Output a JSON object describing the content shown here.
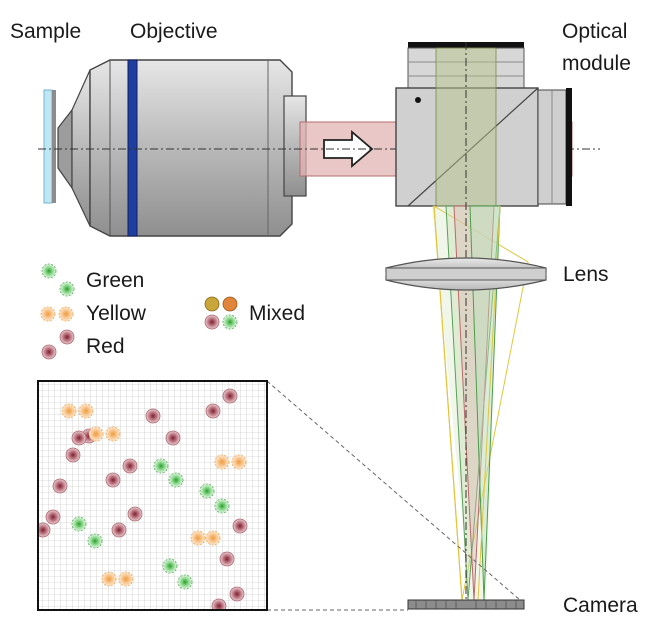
{
  "labels": {
    "sample": "Sample",
    "objective": "Objective",
    "optical_module_line1": "Optical",
    "optical_module_line2": "module",
    "lens": "Lens",
    "camera": "Camera"
  },
  "legend": {
    "green": "Green",
    "yellow": "Yellow",
    "red": "Red",
    "mixed": "Mixed"
  },
  "colors": {
    "green": "#3aa63a",
    "yellow": "#f0a24a",
    "red": "#8a2a3a",
    "beam": "#c98a8a",
    "objective_band": "#1f3fa0"
  }
}
